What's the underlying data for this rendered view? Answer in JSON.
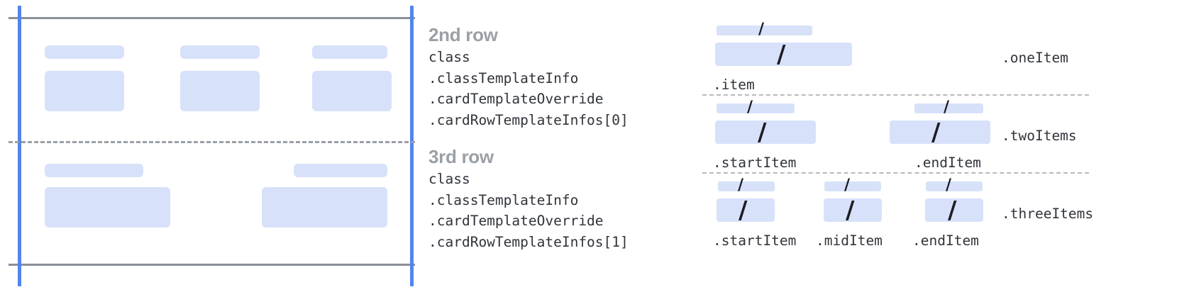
{
  "diagram": {
    "title_hidden": "",
    "colors": {
      "block_fill": "#d7e1f9",
      "accent_bar": "#5285ed",
      "rule_gray": "#8a8f98",
      "dashed_gray": "#9aa0a6",
      "heading_gray": "#9aa0a6",
      "code_text": "#30343a"
    }
  },
  "card_preview": {
    "row2_blocks": [
      {
        "label_bar": "",
        "body": ""
      },
      {
        "label_bar": "",
        "body": ""
      },
      {
        "label_bar": "",
        "body": ""
      }
    ],
    "row3_blocks": [
      {
        "label_bar": "",
        "body": ""
      },
      {
        "label_bar": "",
        "body": ""
      }
    ]
  },
  "rows": [
    {
      "title": "2nd row",
      "code": [
        "class",
        ".classTemplateInfo",
        ".cardTemplateOverride",
        ".cardRowTemplateInfos[0]"
      ]
    },
    {
      "title": "3rd row",
      "code": [
        "class",
        ".classTemplateInfo",
        ".cardTemplateOverride",
        ".cardRowTemplateInfos[1]"
      ]
    }
  ],
  "variants": [
    {
      "name": ".oneItem",
      "slots": [
        {
          "label": ".item",
          "slash": "/"
        }
      ]
    },
    {
      "name": ".twoItems",
      "slots": [
        {
          "label": ".startItem",
          "slash": "/"
        },
        {
          "label": ".endItem",
          "slash": "/"
        }
      ]
    },
    {
      "name": ".threeItems",
      "slots": [
        {
          "label": ".startItem",
          "slash": "/"
        },
        {
          "label": ".midItem",
          "slash": "/"
        },
        {
          "label": ".endItem",
          "slash": "/"
        }
      ]
    }
  ]
}
